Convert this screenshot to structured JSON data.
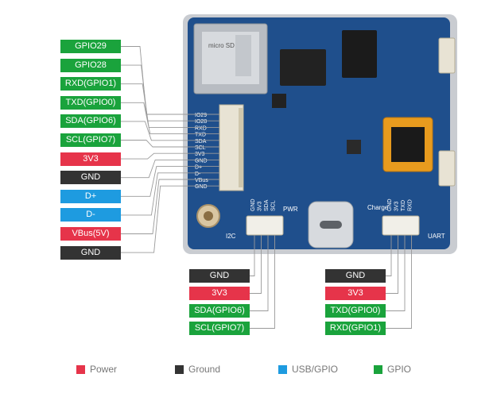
{
  "left_pins": [
    {
      "label": "GPIO29",
      "kind": "gpio"
    },
    {
      "label": "GPIO28",
      "kind": "gpio"
    },
    {
      "label": "RXD(GPIO1)",
      "kind": "gpio"
    },
    {
      "label": "TXD(GPIO0)",
      "kind": "gpio"
    },
    {
      "label": "SDA(GPIO6)",
      "kind": "gpio"
    },
    {
      "label": "SCL(GPIO7)",
      "kind": "gpio"
    },
    {
      "label": "3V3",
      "kind": "power"
    },
    {
      "label": "GND",
      "kind": "ground"
    },
    {
      "label": "D+",
      "kind": "usb"
    },
    {
      "label": "D-",
      "kind": "usb"
    },
    {
      "label": "VBus(5V)",
      "kind": "power"
    },
    {
      "label": "GND",
      "kind": "ground"
    }
  ],
  "board_silk": {
    "fpc_pins": [
      "IO29",
      "IO28",
      "RXD",
      "TXD",
      "SDA",
      "SCL",
      "3V3",
      "GND",
      "D+",
      "D-",
      "VBus",
      "GND"
    ],
    "i2c_pins": [
      "GND",
      "3V3",
      "SDA",
      "SCL"
    ],
    "uart_pins": [
      "GND",
      "3V3",
      "TXD",
      "RXD"
    ],
    "i2c_label": "I2C",
    "uart_label": "UART",
    "pwr_label": "PWR",
    "charge_label": "Charge",
    "sd_text": "micro SD"
  },
  "i2c_pins": [
    {
      "label": "GND",
      "kind": "ground"
    },
    {
      "label": "3V3",
      "kind": "power"
    },
    {
      "label": "SDA(GPIO6)",
      "kind": "gpio"
    },
    {
      "label": "SCL(GPIO7)",
      "kind": "gpio"
    }
  ],
  "uart_pins": [
    {
      "label": "GND",
      "kind": "ground"
    },
    {
      "label": "3V3",
      "kind": "power"
    },
    {
      "label": "TXD(GPIO0)",
      "kind": "gpio"
    },
    {
      "label": "RXD(GPIO1)",
      "kind": "gpio"
    }
  ],
  "legend": [
    {
      "label": "Power",
      "color": "#e6344a"
    },
    {
      "label": "Ground",
      "color": "#333333"
    },
    {
      "label": "USB/GPIO",
      "color": "#1e9be0"
    },
    {
      "label": "GPIO",
      "color": "#1aa33c"
    }
  ],
  "colors": {
    "gpio": "#1aa33c",
    "power": "#e6344a",
    "ground": "#333333",
    "usb": "#1e9be0",
    "pcb": "#1f4f8c",
    "board_edge": "#c9ccd1"
  }
}
